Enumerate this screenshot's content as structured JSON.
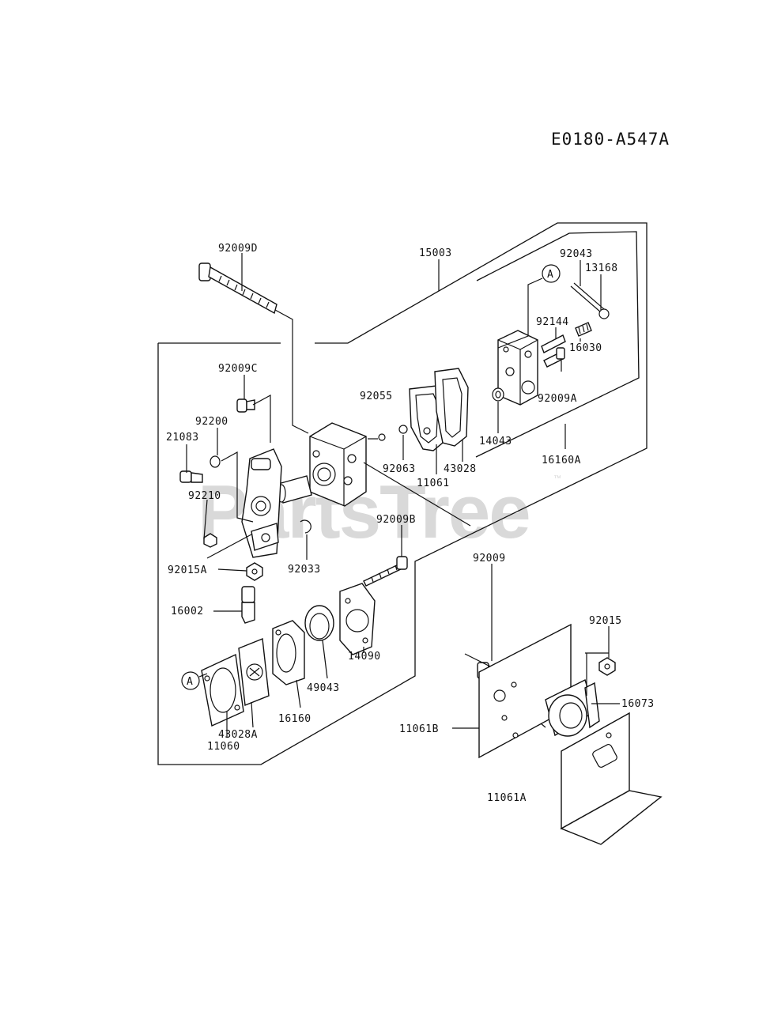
{
  "diagram": {
    "code": "E0180-A547A",
    "watermark": "PartsTree",
    "watermark_tm": "™",
    "callout": "A",
    "parts": [
      "92009D",
      "15003",
      "92043",
      "13168",
      "92144",
      "16030",
      "92009A",
      "92009C",
      "92055",
      "92200",
      "21083",
      "92063",
      "43028",
      "14043",
      "11061",
      "16160A",
      "92210",
      "92009B",
      "92015A",
      "92033",
      "92009",
      "16002",
      "92015",
      "14090",
      "49043",
      "16073",
      "16160",
      "43028A",
      "11061B",
      "11060",
      "11061A"
    ]
  }
}
